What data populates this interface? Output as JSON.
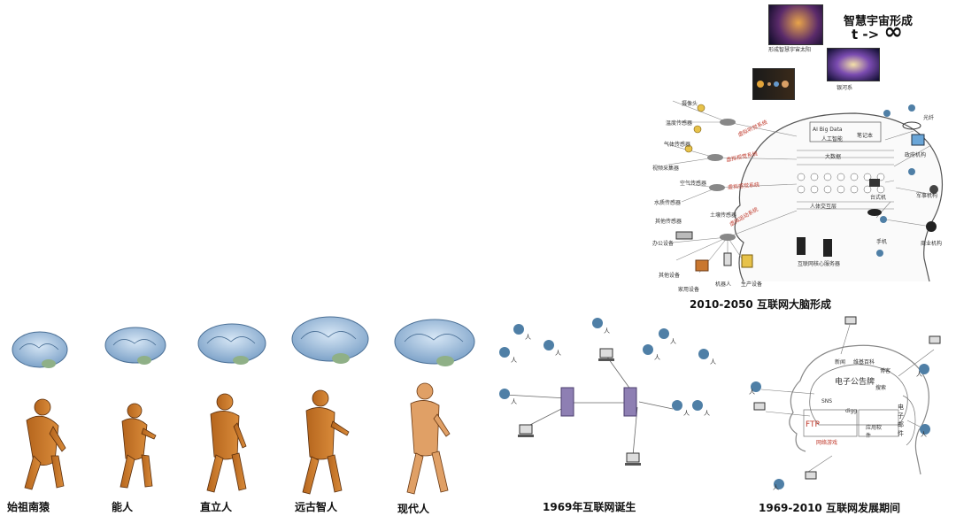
{
  "evolution": {
    "stages": [
      {
        "label": "始祖南猿"
      },
      {
        "label": "能人"
      },
      {
        "label": "直立人"
      },
      {
        "label": "远古智人"
      },
      {
        "label": "现代人"
      }
    ]
  },
  "birth_1969": {
    "caption": "1969年互联网诞生",
    "person_label": "人"
  },
  "period_1969_2010": {
    "caption": "1969-2010  互联网发展期间",
    "person_label": "人",
    "brain_labels": {
      "news": "新闻",
      "bbs": "电子公告牌",
      "blog": "博客",
      "search": "搜索",
      "sns": "SNS",
      "pk": "维基百科",
      "digg": "digg",
      "email": "电子邮件",
      "ftp": "FTP",
      "app": "应用软件",
      "game": "网络游戏"
    }
  },
  "brain_2010_2050": {
    "caption": "2010-2050  互联网大脑形成",
    "title": "智慧宇宙形成",
    "formula": "t ->",
    "infinity": "∞",
    "top_photo_1_label": "形成智慧宇宙太阳",
    "top_photo_2_label": "银河系",
    "left_nodes": [
      "摄像头",
      "温度传感器",
      "气体传感器",
      "视频采集器",
      "空气传感器",
      "水质传感器",
      "其他传感器",
      "土壤传感器",
      "办公设备",
      "家用设备",
      "其他设备",
      "机器人",
      "生产设备"
    ],
    "right_nodes": [
      "光纤",
      "笔记本",
      "政府机构",
      "台式机",
      "军事机构",
      "手机",
      "商业机构"
    ],
    "system_labels": [
      "虚拟听觉系统",
      "虚拟视觉系统",
      "虚拟感觉系统",
      "虚拟运动系统"
    ],
    "core_labels": [
      "人工智能",
      "大数据",
      "人体交互层",
      "互联网核心服务器"
    ],
    "core_text": "AI  Big Data"
  }
}
